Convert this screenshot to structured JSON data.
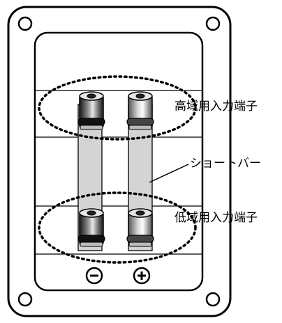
{
  "labels": {
    "high_input": "高域用入力端子",
    "short_bar": "ショートバー",
    "low_input": "低域用入力端子"
  },
  "polarity": {
    "minus": "−",
    "plus": "+"
  },
  "colors": {
    "line": "#000000",
    "background": "#ffffff",
    "bar_fill": "#d4d4d4"
  }
}
